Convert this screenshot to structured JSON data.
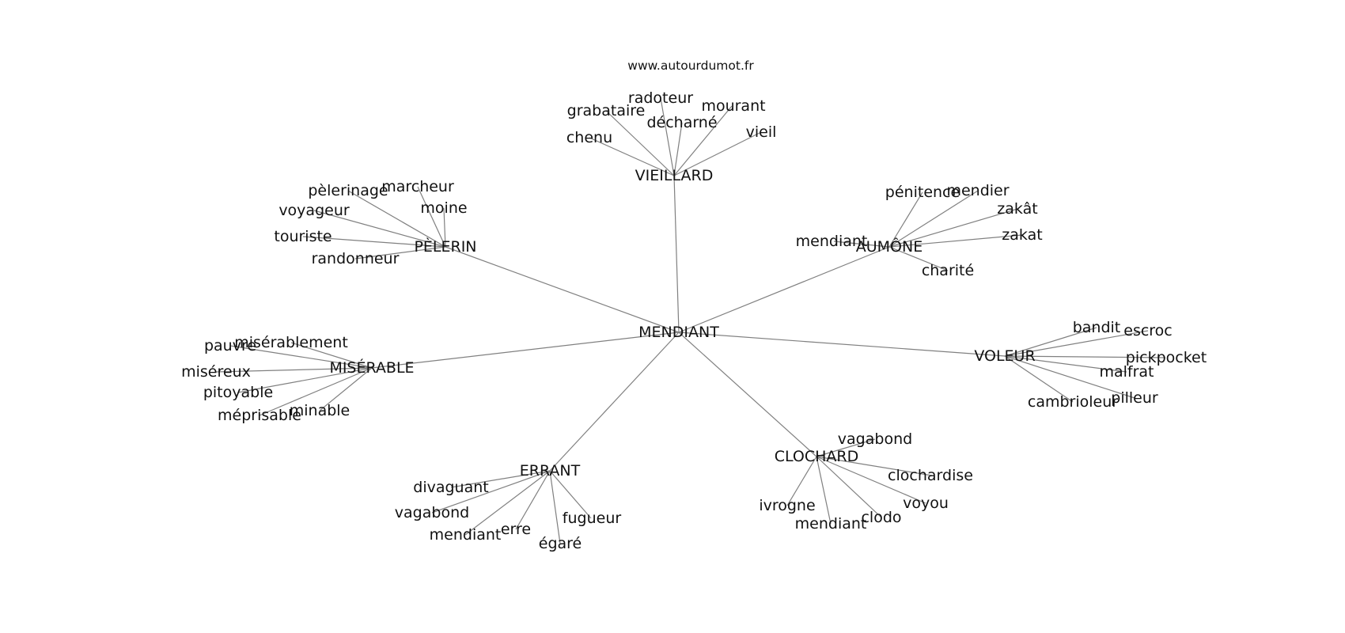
{
  "site": "www.autourdumot.fr",
  "graph": {
    "center": "MENDIANT",
    "clusters": [
      {
        "label": "VIEILLARD",
        "words": [
          "chenu",
          "grabataire",
          "radoteur",
          "décharné",
          "mourant",
          "vieil"
        ]
      },
      {
        "label": "PÈLERIN",
        "words": [
          "pèlerinage",
          "marcheur",
          "moine",
          "voyageur",
          "touriste",
          "randonneur"
        ]
      },
      {
        "label": "AUMÔNE",
        "words": [
          "pénitence",
          "mendier",
          "zakât",
          "zakat",
          "mendiant",
          "charité"
        ]
      },
      {
        "label": "MISÉRABLE",
        "words": [
          "pauvre",
          "misérablement",
          "miséreux",
          "pitoyable",
          "méprisable",
          "minable"
        ]
      },
      {
        "label": "VOLEUR",
        "words": [
          "bandit",
          "escroc",
          "pickpocket",
          "malfrat",
          "pilleur",
          "cambrioleur"
        ]
      },
      {
        "label": "ERRANT",
        "words": [
          "divaguant",
          "vagabond",
          "mendiant",
          "erre",
          "égaré",
          "fugueur"
        ]
      },
      {
        "label": "CLOCHARD",
        "words": [
          "vagabond",
          "clochardise",
          "voyou",
          "clodo",
          "mendiant",
          "ivrogne"
        ]
      }
    ]
  }
}
